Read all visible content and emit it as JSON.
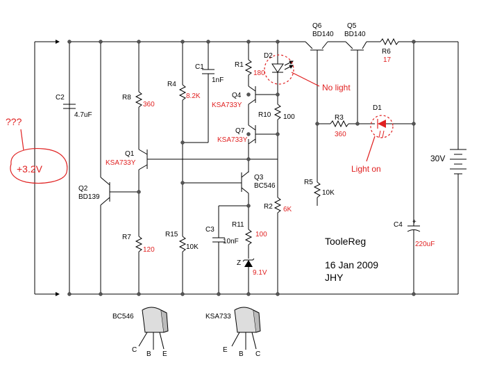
{
  "annotations": {
    "question": "???",
    "voltage": "+3.2V",
    "no_light": "No light",
    "light_on": "Light on"
  },
  "info": {
    "title": "TooleReg",
    "date": "16 Jan 2009",
    "author": "JHY"
  },
  "supply": {
    "label": "30V"
  },
  "components": {
    "q6": {
      "ref": "Q6",
      "value": "BD140"
    },
    "q5": {
      "ref": "Q5",
      "value": "BD140"
    },
    "r6": {
      "ref": "R6",
      "value": "17"
    },
    "r1": {
      "ref": "R1",
      "value": "180"
    },
    "d2": {
      "ref": "D2"
    },
    "c1": {
      "ref": "C1",
      "value": "1nF"
    },
    "r4": {
      "ref": "R4",
      "value": "8.2K"
    },
    "c2": {
      "ref": "C2",
      "value": "4.7uF"
    },
    "r8": {
      "ref": "R8",
      "value": "360"
    },
    "q4": {
      "ref": "Q4",
      "value": "KSA733Y"
    },
    "r10": {
      "ref": "R10",
      "value": "100"
    },
    "r3": {
      "ref": "R3",
      "value": "360"
    },
    "d1": {
      "ref": "D1"
    },
    "q7": {
      "ref": "Q7",
      "value": "KSA733Y"
    },
    "q1": {
      "ref": "Q1",
      "value": "KSA733Y"
    },
    "q2": {
      "ref": "Q2",
      "value": "BD139"
    },
    "q3": {
      "ref": "Q3",
      "value": "BC546"
    },
    "r5": {
      "ref": "R5",
      "value": "10K"
    },
    "r2": {
      "ref": "R2",
      "value": "6K"
    },
    "c3": {
      "ref": "C3",
      "value": "10nF"
    },
    "r11": {
      "ref": "R11",
      "value": "100"
    },
    "c4": {
      "ref": "C4",
      "value": "220uF",
      "polarity": "+"
    },
    "r7": {
      "ref": "R7",
      "value": "120"
    },
    "r15": {
      "ref": "R15",
      "value": "10K"
    },
    "z": {
      "ref": "Z",
      "value": "9.1V"
    }
  },
  "packages": {
    "bc546": {
      "name": "BC546",
      "pins": [
        "C",
        "B",
        "E"
      ]
    },
    "ksa733": {
      "name": "KSA733",
      "pins": [
        "E",
        "B",
        "C"
      ]
    }
  },
  "colors": {
    "annotation": "#e02020",
    "wire": "#000000"
  }
}
